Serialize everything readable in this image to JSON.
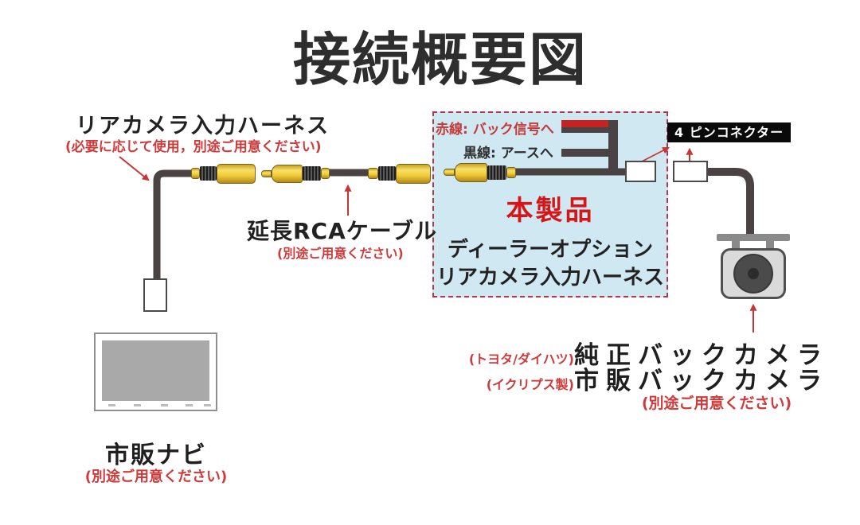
{
  "title": "接続概要図",
  "rear_harness": {
    "title": "リアカメラ入力ハーネス",
    "note": "(必要に応じて使用，別途ご用意ください)"
  },
  "extension_cable": {
    "title": "延長RCAケーブル",
    "note": "(別途ご用意ください)"
  },
  "product_box": {
    "red_wire_label": "赤線: バック信号へ",
    "black_wire_label": "黒線: アースへ",
    "product_name": "本製品",
    "description_line1": "ディーラーオプション",
    "description_line2": "リアカメラ入力ハーネス"
  },
  "pin_connector_label": "4 ピンコネクター",
  "camera": {
    "line1_prefix": "(トヨタ/ダイハツ)",
    "line1_title": "純正バックカメラ",
    "line2_prefix": "(イクリプス製)",
    "line2_title": "市販バックカメラ",
    "note": "(別途ご用意ください)"
  },
  "navi": {
    "title": "市販ナビ",
    "note": "(別途ご用意ください)"
  },
  "colors": {
    "accent_red": "#c73535",
    "product_red": "#d61518",
    "box_fill": "#cfe8f1",
    "box_border": "#b43748",
    "cable": "#4a4243",
    "connector_yellow": "#f0c93a"
  }
}
